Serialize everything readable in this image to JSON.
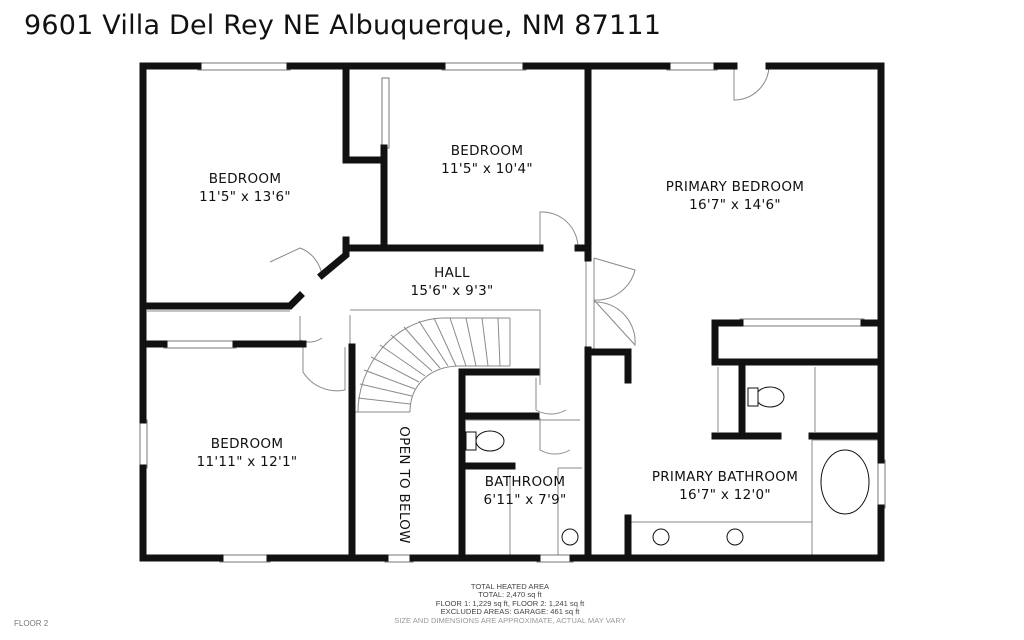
{
  "header": {
    "address": "9601 Villa Del Rey NE Albuquerque, NM 87111"
  },
  "rooms": [
    {
      "name": "BEDROOM",
      "dims": "11'5\" x 13'6\""
    },
    {
      "name": "BEDROOM",
      "dims": "11'5\" x 10'4\""
    },
    {
      "name": "PRIMARY BEDROOM",
      "dims": "16'7\" x 14'6\""
    },
    {
      "name": "HALL",
      "dims": "15'6\" x 9'3\""
    },
    {
      "name": "BEDROOM",
      "dims": "11'11\" x 12'1\""
    },
    {
      "name": "BATHROOM",
      "dims": "6'11\" x 7'9\""
    },
    {
      "name": "PRIMARY BATHROOM",
      "dims": "16'7\" x 12'0\""
    }
  ],
  "open_to_below": "OPEN TO BELOW",
  "legend": {
    "title": "TOTAL HEATED AREA",
    "total": "TOTAL: 2,470 sq ft",
    "floors": "FLOOR 1: 1,229 sq ft, FLOOR 2: 1,241 sq ft",
    "excluded": "EXCLUDED AREAS: GARAGE: 461 sq ft",
    "disclaimer": "SIZE AND DIMENSIONS ARE APPROXIMATE, ACTUAL MAY VARY"
  },
  "floor_label": "FLOOR 2",
  "colors": {
    "wall": "#111111",
    "line": "#8a8a8a",
    "background": "#ffffff"
  }
}
